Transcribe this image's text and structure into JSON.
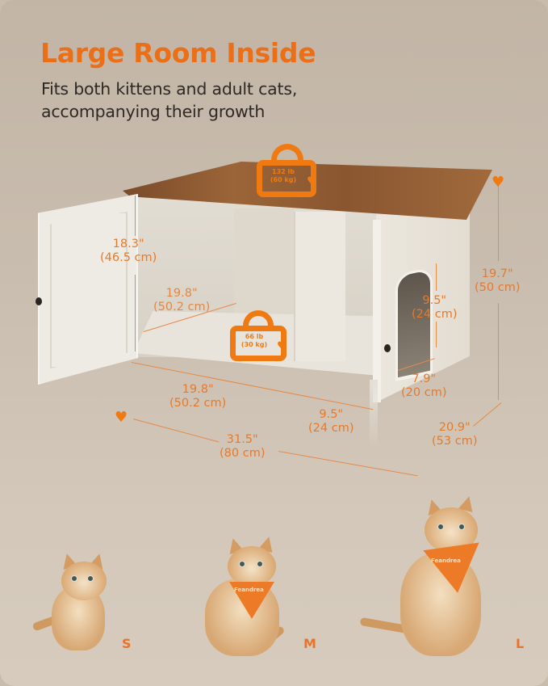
{
  "header": {
    "title": "Large Room Inside",
    "subtitle_line1": "Fits both kittens and adult cats,",
    "subtitle_line2": "accompanying their growth"
  },
  "colors": {
    "accent": "#ea6f16",
    "background": "#c9bdaf",
    "text_dark": "#2e2925",
    "tabletop_wood": "#8a5630",
    "cabinet_white": "#ece8e0"
  },
  "load_capacity": {
    "top": {
      "lb": "132 lb",
      "kg": "(60 kg)"
    },
    "inside": {
      "lb": "66 lb",
      "kg": "(30 kg)"
    }
  },
  "dimensions": {
    "inner_height": {
      "in": "18.3\"",
      "cm": "(46.5 cm)"
    },
    "inner_depth": {
      "in": "19.8\"",
      "cm": "(50.2 cm)"
    },
    "main_compartment_width": {
      "in": "19.8\"",
      "cm": "(50.2 cm)"
    },
    "side_compartment_width": {
      "in": "9.5\"",
      "cm": "(24 cm)"
    },
    "total_width": {
      "in": "31.5\"",
      "cm": "(80 cm)"
    },
    "total_depth": {
      "in": "20.9\"",
      "cm": "(53 cm)"
    },
    "total_height": {
      "in": "19.7\"",
      "cm": "(50 cm)"
    },
    "entry_height": {
      "in": "9.5\"",
      "cm": "(24 cm)"
    },
    "entry_width": {
      "in": "7.9\"",
      "cm": "(20 cm)"
    }
  },
  "icons": {
    "weight": "weight-icon",
    "arrow_head": "heart-arrowhead-icon"
  },
  "cats": [
    {
      "size": "S",
      "description": "kitten"
    },
    {
      "size": "M",
      "description": "young cat with bandana",
      "bandana_text": "Feandrea"
    },
    {
      "size": "L",
      "description": "adult cat with bandana",
      "bandana_text": "Feandrea"
    }
  ]
}
